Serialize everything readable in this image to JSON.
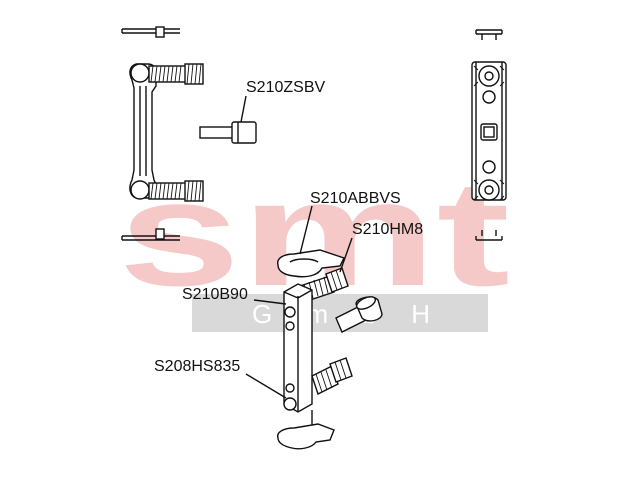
{
  "watermark": {
    "main_text": "smt",
    "sub_text": "GmbH",
    "main_color": "#f6c9c9",
    "band_color": "#d9d9d9",
    "sub_color": "#ffffff"
  },
  "labels": {
    "s210zsbv": "S210ZSBV",
    "s210abbvs": "S210ABBVS",
    "s210hm8": "S210HM8",
    "s210b90": "S210B90",
    "s208hs835": "S208HS835"
  },
  "colors": {
    "line": "#111111",
    "background": "#ffffff"
  }
}
